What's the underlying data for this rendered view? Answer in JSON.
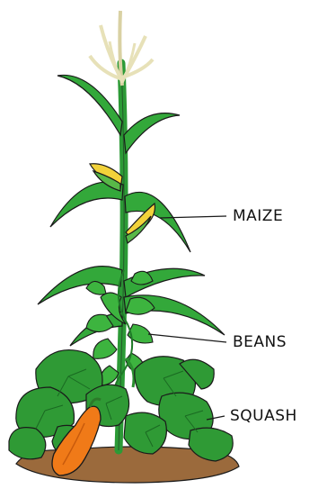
{
  "labels": {
    "maize": "MAIZE",
    "beans": "BEANS",
    "squash": "SQUASH"
  },
  "colors": {
    "leaf_green": "#33a83a",
    "leaf_dark": "#1f7a28",
    "squash_leaf": "#2f9a35",
    "pumpkin": "#f07a18",
    "soil": "#9b6a3c",
    "corn_cob": "#f2d23a",
    "tassel": "#e7e1b8",
    "outline": "#1a1a1a"
  },
  "icons": [
    "maize-plant",
    "bean-vine",
    "squash-plant",
    "pumpkin",
    "soil"
  ]
}
